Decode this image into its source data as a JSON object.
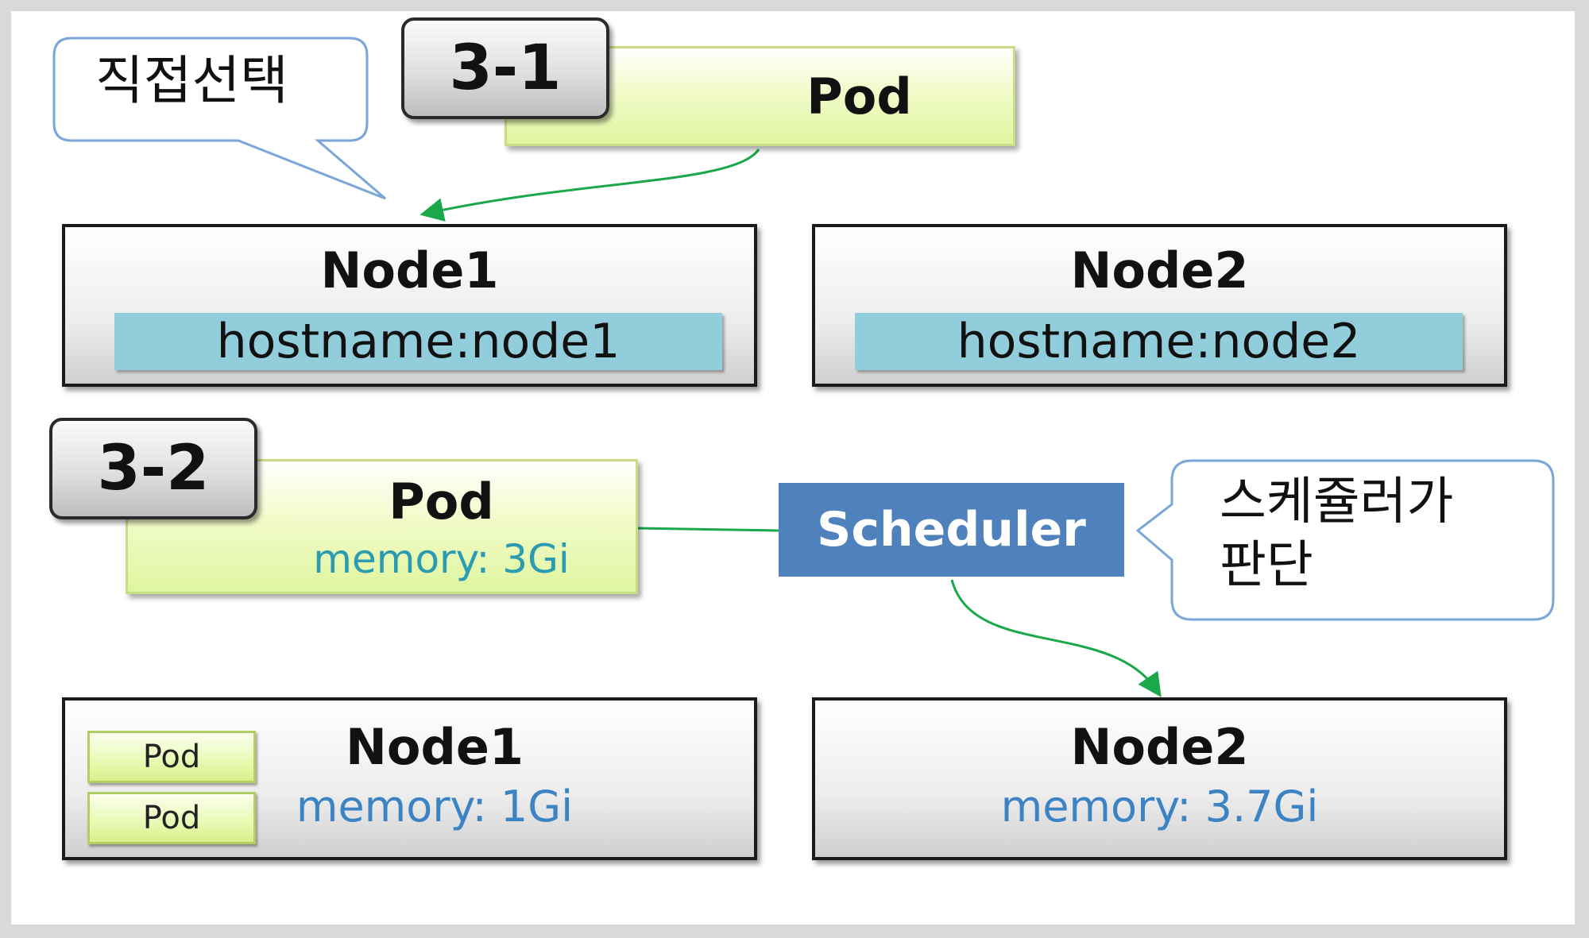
{
  "section1": {
    "tag": "3-1",
    "callout": "직접선택",
    "pod_label": "Pod",
    "node1": {
      "title": "Node1",
      "hostname": "hostname:node1"
    },
    "node2": {
      "title": "Node2",
      "hostname": "hostname:node2"
    }
  },
  "section2": {
    "tag": "3-2",
    "pod_label": "Pod",
    "pod_memory": "memory: 3Gi",
    "scheduler": "Scheduler",
    "callout_line1": "스케쥴러가",
    "callout_line2": "판단",
    "node1": {
      "title": "Node1",
      "memory": "memory: 1Gi",
      "pods": [
        "Pod",
        "Pod"
      ]
    },
    "node2": {
      "title": "Node2",
      "memory": "memory: 3.7Gi"
    }
  },
  "colors": {
    "connector": "#1aa84a",
    "scheduler_fill": "#4f81bd",
    "hostname_bar": "#92cddc",
    "memory_text": "#3c83c4",
    "callout_border": "#7aa6d8"
  }
}
